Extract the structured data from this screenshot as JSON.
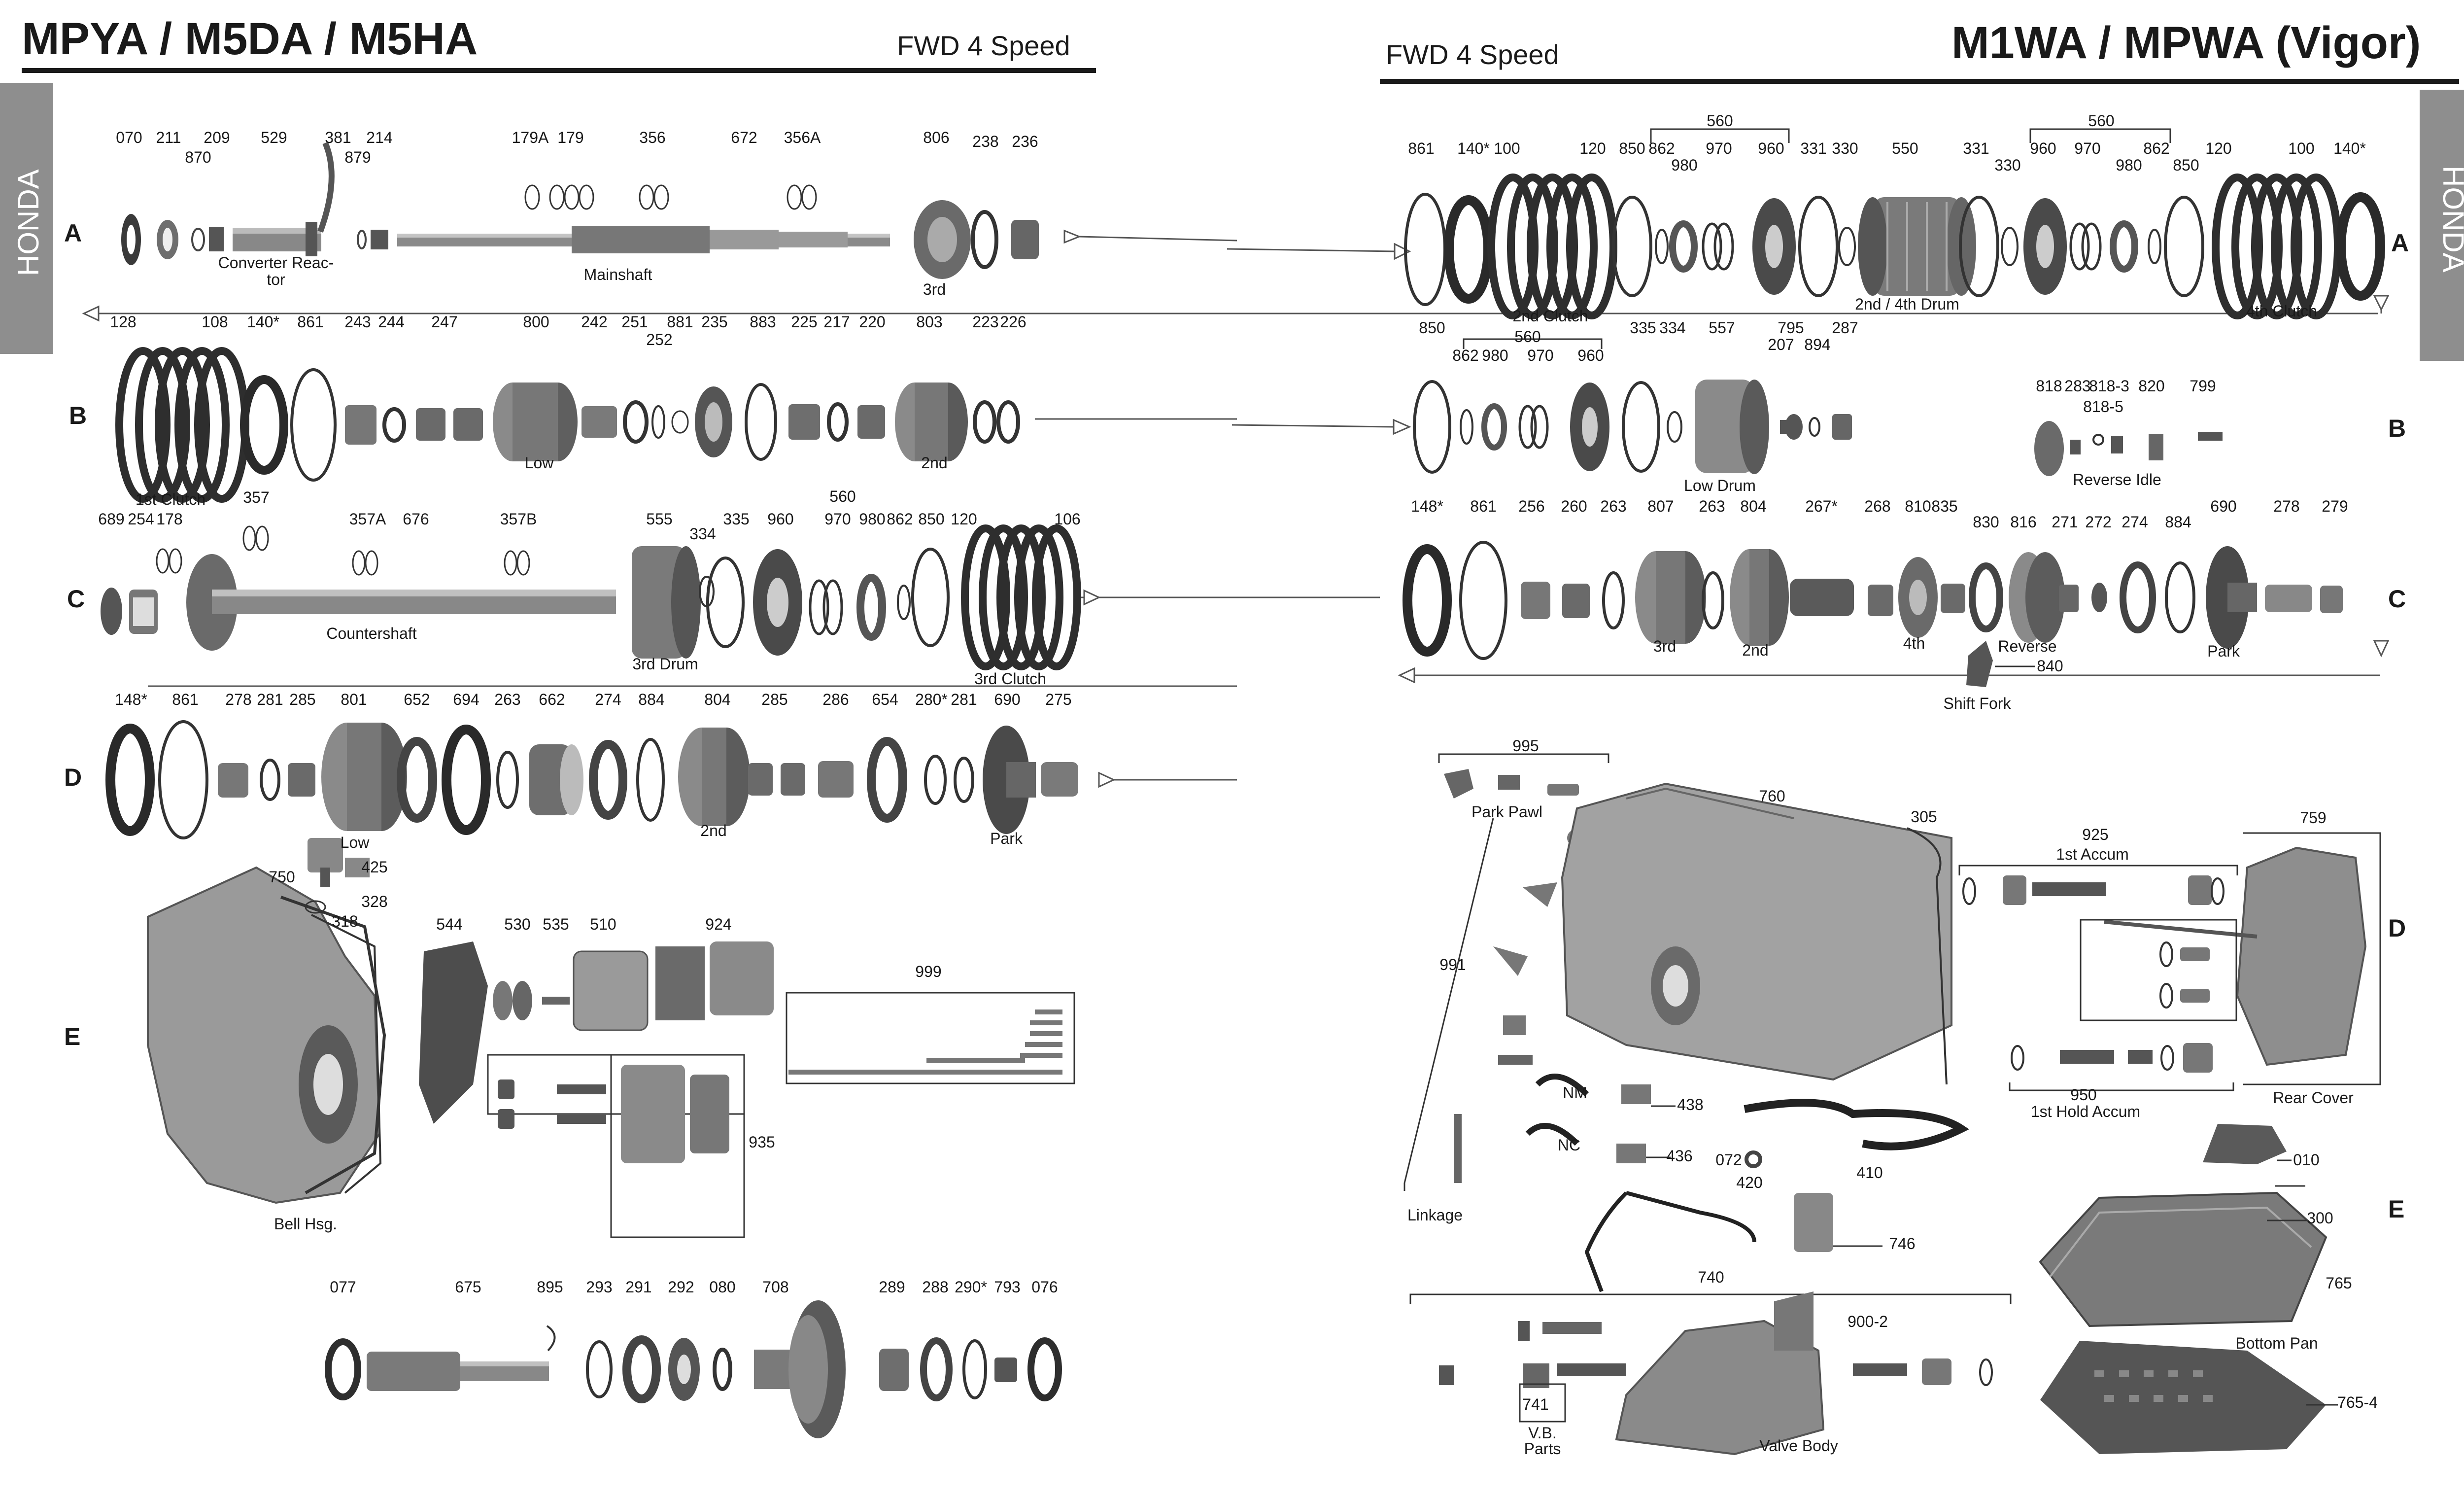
{
  "left_header": {
    "title": "MPYA / M5DA / M5HA",
    "subtitle": "FWD 4 Speed"
  },
  "right_header": {
    "title": "M1WA / MPWA (Vigor)",
    "subtitle": "FWD 4 Speed"
  },
  "brand_tab": "HONDA",
  "row_letters": {
    "A": "A",
    "B": "B",
    "C": "C",
    "D": "D",
    "E": "E"
  },
  "left": {
    "row_a": {
      "numbers": [
        "070",
        "211",
        "870",
        "209",
        "529",
        "381",
        "879",
        "214",
        "179A",
        "179",
        "356",
        "672",
        "356A",
        "806",
        "238",
        "236"
      ],
      "captions": [
        "Converter Reac-",
        "tor",
        "Mainshaft",
        "3rd"
      ]
    },
    "row_b": {
      "numbers": [
        "128",
        "108",
        "140*",
        "861",
        "243",
        "244",
        "247",
        "800",
        "242",
        "251",
        "252",
        "881",
        "235",
        "883",
        "225",
        "217",
        "220",
        "803",
        "223",
        "226"
      ],
      "captions": [
        "1st Clutch",
        "Low",
        "2nd"
      ]
    },
    "row_c": {
      "numbers": [
        "689",
        "254",
        "178",
        "357",
        "357A",
        "676",
        "357B",
        "555",
        "334",
        "335",
        "560",
        "960",
        "970",
        "980",
        "862",
        "850",
        "120",
        "106"
      ],
      "captions": [
        "Countershaft",
        "3rd Drum",
        "3rd Clutch"
      ]
    },
    "row_d": {
      "numbers": [
        "148*",
        "861",
        "278",
        "281",
        "285",
        "801",
        "652",
        "694",
        "263",
        "662",
        "274",
        "884",
        "804",
        "285",
        "286",
        "654",
        "280*",
        "281",
        "690",
        "275"
      ],
      "captions": [
        "Low",
        "2nd",
        "Park"
      ]
    },
    "row_e": {
      "numbers": [
        "750",
        "425",
        "328",
        "318",
        "544",
        "530",
        "535",
        "510",
        "924",
        "999",
        "935"
      ],
      "captions": [
        "Bell Hsg."
      ]
    },
    "row_f": {
      "numbers": [
        "077",
        "675",
        "895",
        "293",
        "291",
        "292",
        "080",
        "708",
        "289",
        "288",
        "290*",
        "793",
        "076"
      ]
    }
  },
  "right": {
    "row_a": {
      "numbers": [
        "861",
        "140*",
        "100",
        "120",
        "850",
        "862",
        "980",
        "970",
        "960",
        "331",
        "330",
        "550",
        "331",
        "330",
        "960",
        "970",
        "980",
        "862",
        "850",
        "120",
        "100",
        "140*",
        "560",
        "560"
      ],
      "captions": [
        "2nd Clutch",
        "2nd / 4th Drum",
        "4th Clutch"
      ]
    },
    "row_b": {
      "numbers": [
        "850",
        "862",
        "980",
        "970",
        "960",
        "560",
        "335",
        "334",
        "557",
        "207",
        "795",
        "894",
        "287",
        "818",
        "283",
        "818-3",
        "818-5",
        "820",
        "799"
      ],
      "captions": [
        "Low Drum",
        "Reverse Idle"
      ]
    },
    "row_c": {
      "numbers": [
        "148*",
        "861",
        "256",
        "260",
        "263",
        "807",
        "263",
        "804",
        "267*",
        "268",
        "810",
        "835",
        "830",
        "816",
        "271",
        "272",
        "274",
        "884",
        "690",
        "278",
        "279",
        "840"
      ],
      "captions": [
        "3rd",
        "2nd",
        "4th",
        "Reverse",
        "Park",
        "Shift Fork"
      ]
    },
    "row_d": {
      "numbers": [
        "995",
        "991",
        "760",
        "305",
        "925",
        "759",
        "438",
        "436",
        "072",
        "420",
        "410",
        "746",
        "950",
        "010",
        "300",
        "765",
        "765-4",
        "740",
        "900-2",
        "741"
      ],
      "captions": [
        "Park Pawl",
        "1st Accum",
        "Rear Cover",
        "NM",
        "NC",
        "1st Hold Accum",
        "Linkage",
        "Bottom Pan",
        "Valve Body",
        "V.B.",
        "Parts"
      ]
    }
  }
}
